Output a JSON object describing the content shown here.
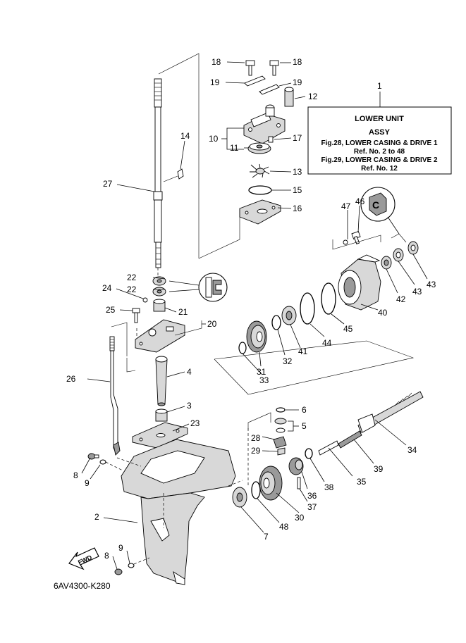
{
  "label_box": {
    "ref": "1",
    "line1": "LOWER UNIT",
    "line2": "ASSY",
    "line3": "Fig.28, LOWER CASING & DRIVE 1",
    "line4": "Ref. No. 2 to 48",
    "line5": "Fig.29, LOWER CASING & DRIVE 2",
    "line6": "Ref. No. 12"
  },
  "diagram_code": "6AV4300-K280",
  "fwd_label": "FWD",
  "callouts": {
    "c18a": "18",
    "c18b": "18",
    "c19a": "19",
    "c19b": "19",
    "c12": "12",
    "c10": "10",
    "c17": "17",
    "c11": "11",
    "c13": "13",
    "c15": "15",
    "c16": "16",
    "c14": "14",
    "c27": "27",
    "c47": "47",
    "c46": "46",
    "c22a": "22",
    "c22b": "22",
    "c24": "24",
    "c21": "21",
    "c25": "25",
    "c20": "20",
    "c43a": "43",
    "c43b": "43",
    "c42": "42",
    "c40": "40",
    "c45": "45",
    "c44": "44",
    "c41": "41",
    "c32": "32",
    "c31": "31",
    "c33": "33",
    "c26": "26",
    "c4": "4",
    "c3": "3",
    "c6": "6",
    "c5": "5",
    "c23": "23",
    "c34": "34",
    "c28": "28",
    "c29": "29",
    "c39": "39",
    "c35": "35",
    "c38": "38",
    "c36": "36",
    "c37": "37",
    "c30": "30",
    "c48": "48",
    "c7": "7",
    "c8a": "8",
    "c9a": "9",
    "c2": "2",
    "c9b": "9",
    "c8b": "8"
  }
}
